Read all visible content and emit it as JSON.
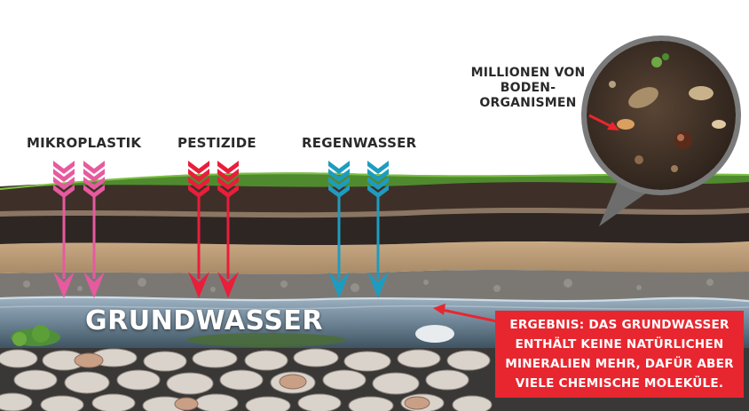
{
  "labels": {
    "mikroplastik": "MIKROPLASTIK",
    "pestizide": "PESTIZIDE",
    "regenwasser": "REGENWASSER",
    "organismen": "MILLIONEN VON\nBODEN-\nORGANISMEN",
    "grundwasser": "GRUNDWASSER",
    "ergebnis": "ERGEBNIS: DAS GRUNDWASSER\nENTHÄLT KEINE NATÜRLICHEN\nMINERALIEN MEHR, DAFÜR ABER\nVIELE CHEMISCHE MOLEKÜLE."
  },
  "colors": {
    "mikroplastik": "#e75a9f",
    "pestizide": "#ea1d3a",
    "regenwasser": "#1e9cc0",
    "result_box": "#e8262f",
    "pointer": "#e8262f"
  }
}
